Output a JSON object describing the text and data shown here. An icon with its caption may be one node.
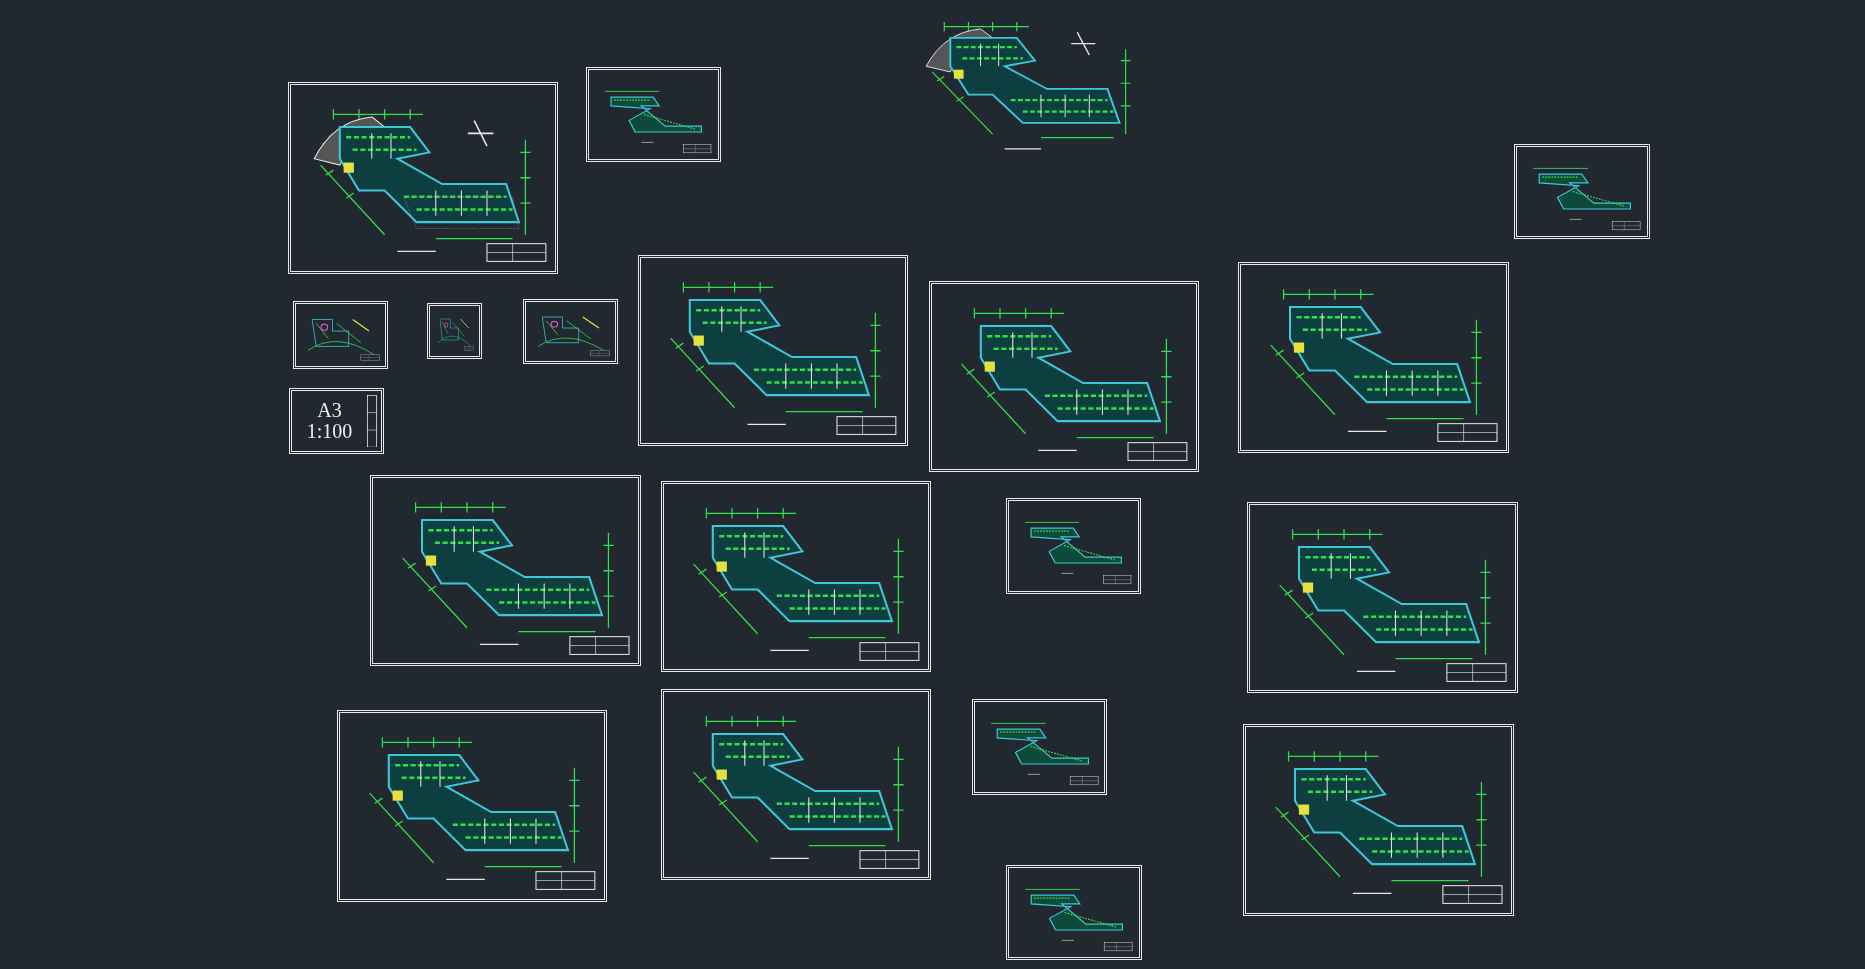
{
  "diagram": {
    "nodes": [
      {
        "text": [],
        "shape": "picture"
      },
      {
        "text": [],
        "shape": "picture"
      },
      {
        "text": [],
        "shape": "picture"
      },
      {
        "text": [],
        "shape": "picture"
      },
      {
        "text": [],
        "shape": "picture"
      },
      {
        "text": [],
        "shape": "picture"
      },
      {
        "text": [],
        "shape": "picture"
      },
      {
        "text": [],
        "shape": "picture"
      },
      {
        "text": [],
        "shape": "picture"
      },
      {
        "text": [],
        "shape": "picture"
      },
      {
        "text": [
          "A3",
          "1:100"
        ]
      },
      {
        "text": [],
        "shape": "picture"
      },
      {
        "text": [],
        "shape": "picture"
      },
      {
        "text": [],
        "shape": "picture"
      },
      {
        "text": [],
        "shape": "picture"
      },
      {
        "text": [],
        "shape": "picture"
      },
      {
        "text": [],
        "shape": "picture"
      },
      {
        "text": [],
        "shape": "picture"
      },
      {
        "text": [],
        "shape": "picture"
      },
      {
        "text": [],
        "shape": "picture"
      }
    ]
  }
}
